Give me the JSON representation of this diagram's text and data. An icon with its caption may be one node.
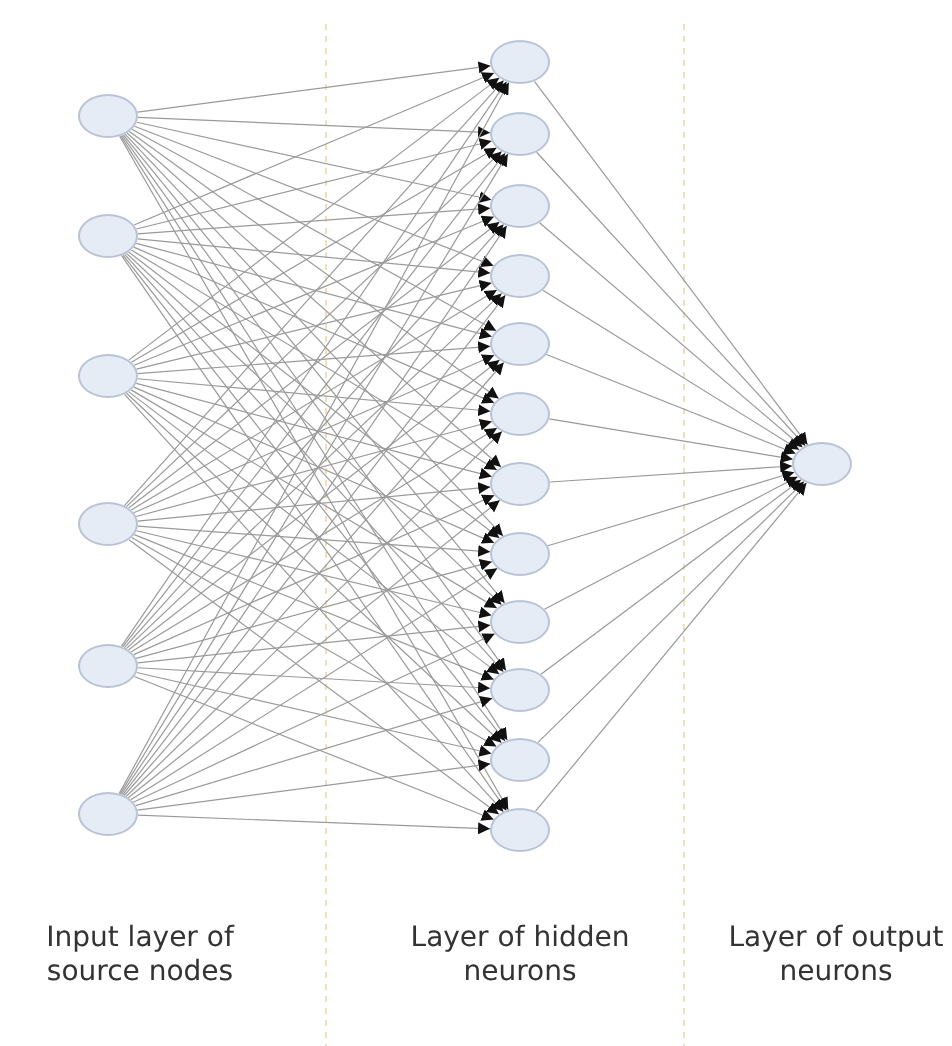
{
  "diagram": {
    "nodes": [
      {
        "text": [],
        "shape": "circle"
      },
      {
        "text": [],
        "shape": "circle"
      },
      {
        "text": [],
        "shape": "circle"
      },
      {
        "text": [],
        "shape": "circle"
      },
      {
        "text": [],
        "shape": "circle"
      },
      {
        "text": [],
        "shape": "circle"
      },
      {
        "text": [],
        "shape": "circle"
      },
      {
        "text": [],
        "shape": "circle"
      },
      {
        "text": [],
        "shape": "circle"
      },
      {
        "text": [],
        "shape": "circle"
      },
      {
        "text": [],
        "shape": "circle"
      },
      {
        "text": [],
        "shape": "circle"
      },
      {
        "text": [],
        "shape": "circle"
      },
      {
        "text": [],
        "shape": "circle"
      },
      {
        "text": [],
        "shape": "circle"
      },
      {
        "text": [],
        "shape": "circle"
      },
      {
        "text": [],
        "shape": "circle"
      },
      {
        "text": [],
        "shape": "circle"
      },
      {
        "text": [],
        "shape": "circle"
      }
    ],
    "edges": [
      {
        "from": 0,
        "to": 6,
        "arrow": "to"
      },
      {
        "from": 0,
        "to": 7,
        "arrow": "to"
      },
      {
        "from": 0,
        "to": 8,
        "arrow": "to"
      },
      {
        "from": 0,
        "to": 9,
        "arrow": "to"
      },
      {
        "from": 0,
        "to": 10,
        "arrow": "to"
      },
      {
        "from": 0,
        "to": 11,
        "arrow": "to"
      },
      {
        "from": 0,
        "to": 12,
        "arrow": "to"
      },
      {
        "from": 0,
        "to": 13,
        "arrow": "to"
      },
      {
        "from": 0,
        "to": 14,
        "arrow": "to"
      },
      {
        "from": 0,
        "to": 15,
        "arrow": "to"
      },
      {
        "from": 0,
        "to": 16,
        "arrow": "to"
      },
      {
        "from": 0,
        "to": 17,
        "arrow": "to"
      },
      {
        "from": 1,
        "to": 6,
        "arrow": "to"
      },
      {
        "from": 1,
        "to": 7,
        "arrow": "to"
      },
      {
        "from": 1,
        "to": 8,
        "arrow": "to"
      },
      {
        "from": 1,
        "to": 9,
        "arrow": "to"
      },
      {
        "from": 1,
        "to": 10,
        "arrow": "to"
      },
      {
        "from": 1,
        "to": 11,
        "arrow": "to"
      },
      {
        "from": 1,
        "to": 12,
        "arrow": "to"
      },
      {
        "from": 1,
        "to": 13,
        "arrow": "to"
      },
      {
        "from": 1,
        "to": 14,
        "arrow": "to"
      },
      {
        "from": 1,
        "to": 15,
        "arrow": "to"
      },
      {
        "from": 1,
        "to": 16,
        "arrow": "to"
      },
      {
        "from": 1,
        "to": 17,
        "arrow": "to"
      },
      {
        "from": 2,
        "to": 6,
        "arrow": "to"
      },
      {
        "from": 2,
        "to": 7,
        "arrow": "to"
      },
      {
        "from": 2,
        "to": 8,
        "arrow": "to"
      },
      {
        "from": 2,
        "to": 9,
        "arrow": "to"
      },
      {
        "from": 2,
        "to": 10,
        "arrow": "to"
      },
      {
        "from": 2,
        "to": 11,
        "arrow": "to"
      },
      {
        "from": 2,
        "to": 12,
        "arrow": "to"
      },
      {
        "from": 2,
        "to": 13,
        "arrow": "to"
      },
      {
        "from": 2,
        "to": 14,
        "arrow": "to"
      },
      {
        "from": 2,
        "to": 15,
        "arrow": "to"
      },
      {
        "from": 2,
        "to": 16,
        "arrow": "to"
      },
      {
        "from": 2,
        "to": 17,
        "arrow": "to"
      },
      {
        "from": 3,
        "to": 6,
        "arrow": "to"
      },
      {
        "from": 3,
        "to": 7,
        "arrow": "to"
      },
      {
        "from": 3,
        "to": 8,
        "arrow": "to"
      },
      {
        "from": 3,
        "to": 9,
        "arrow": "to"
      },
      {
        "from": 3,
        "to": 10,
        "arrow": "to"
      },
      {
        "from": 3,
        "to": 11,
        "arrow": "to"
      },
      {
        "from": 3,
        "to": 12,
        "arrow": "to"
      },
      {
        "from": 3,
        "to": 13,
        "arrow": "to"
      },
      {
        "from": 3,
        "to": 14,
        "arrow": "to"
      },
      {
        "from": 3,
        "to": 15,
        "arrow": "to"
      },
      {
        "from": 3,
        "to": 16,
        "arrow": "to"
      },
      {
        "from": 3,
        "to": 17,
        "arrow": "to"
      },
      {
        "from": 4,
        "to": 6,
        "arrow": "to"
      },
      {
        "from": 4,
        "to": 7,
        "arrow": "to"
      },
      {
        "from": 4,
        "to": 8,
        "arrow": "to"
      },
      {
        "from": 4,
        "to": 9,
        "arrow": "to"
      },
      {
        "from": 4,
        "to": 10,
        "arrow": "to"
      },
      {
        "from": 4,
        "to": 11,
        "arrow": "to"
      },
      {
        "from": 4,
        "to": 12,
        "arrow": "to"
      },
      {
        "from": 4,
        "to": 13,
        "arrow": "to"
      },
      {
        "from": 4,
        "to": 14,
        "arrow": "to"
      },
      {
        "from": 4,
        "to": 15,
        "arrow": "to"
      },
      {
        "from": 4,
        "to": 16,
        "arrow": "to"
      },
      {
        "from": 4,
        "to": 17,
        "arrow": "to"
      },
      {
        "from": 5,
        "to": 6,
        "arrow": "to"
      },
      {
        "from": 5,
        "to": 7,
        "arrow": "to"
      },
      {
        "from": 5,
        "to": 8,
        "arrow": "to"
      },
      {
        "from": 5,
        "to": 9,
        "arrow": "to"
      },
      {
        "from": 5,
        "to": 10,
        "arrow": "to"
      },
      {
        "from": 5,
        "to": 11,
        "arrow": "to"
      },
      {
        "from": 5,
        "to": 12,
        "arrow": "to"
      },
      {
        "from": 5,
        "to": 13,
        "arrow": "to"
      },
      {
        "from": 5,
        "to": 14,
        "arrow": "to"
      },
      {
        "from": 5,
        "to": 15,
        "arrow": "to"
      },
      {
        "from": 5,
        "to": 16,
        "arrow": "to"
      },
      {
        "from": 5,
        "to": 17,
        "arrow": "to"
      },
      {
        "from": 6,
        "to": 18,
        "arrow": "to"
      },
      {
        "from": 7,
        "to": 18,
        "arrow": "to"
      },
      {
        "from": 8,
        "to": 18,
        "arrow": "to"
      },
      {
        "from": 9,
        "to": 18,
        "arrow": "to"
      },
      {
        "from": 10,
        "to": 18,
        "arrow": "to"
      },
      {
        "from": 11,
        "to": 18,
        "arrow": "to"
      },
      {
        "from": 12,
        "to": 18,
        "arrow": "to"
      },
      {
        "from": 13,
        "to": 18,
        "arrow": "to"
      },
      {
        "from": 14,
        "to": 18,
        "arrow": "to"
      },
      {
        "from": 15,
        "to": 18,
        "arrow": "to"
      },
      {
        "from": 16,
        "to": 18,
        "arrow": "to"
      },
      {
        "from": 17,
        "to": 18,
        "arrow": "to"
      }
    ],
    "labels": [
      "Input layer of source nodes",
      "Layer of hidden neurons",
      "Layer of output neurons"
    ]
  }
}
